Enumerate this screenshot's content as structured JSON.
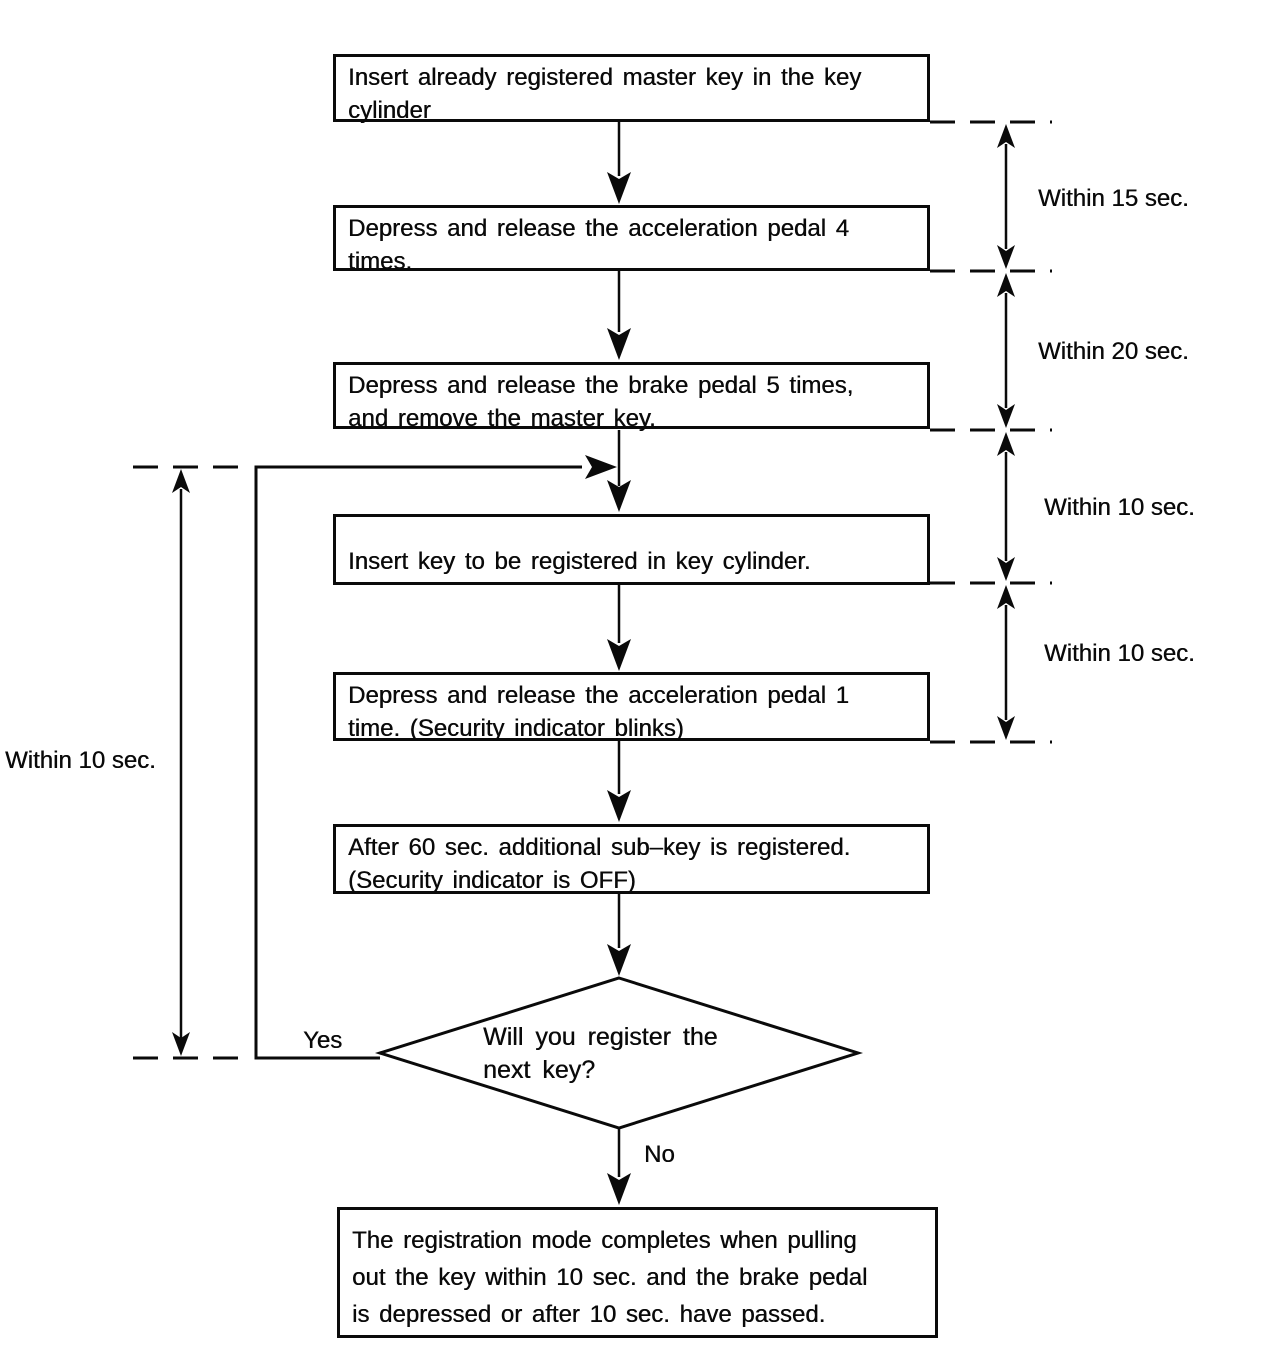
{
  "flowchart": {
    "steps": [
      {
        "lines": [
          "Insert already registered master key in the key",
          "cylinder"
        ]
      },
      {
        "lines": [
          "Depress and release the acceleration pedal 4",
          "times."
        ]
      },
      {
        "lines": [
          "Depress and release the brake pedal 5 times,",
          "and remove the master key."
        ]
      },
      {
        "lines": [
          "Insert key to be registered in key cylinder."
        ]
      },
      {
        "lines": [
          "Depress and release the acceleration pedal 1",
          "time. (Security indicator blinks)"
        ]
      },
      {
        "lines": [
          "After 60 sec. additional sub–key is registered.",
          "(Security indicator is OFF)"
        ]
      }
    ],
    "decision": {
      "lines": [
        "Will you register the",
        "next key?"
      ],
      "yes_label": "Yes",
      "no_label": "No"
    },
    "final_step": {
      "lines": [
        "The registration mode completes when pulling",
        "out the key within 10 sec. and the brake pedal",
        "is depressed or after 10 sec. have passed."
      ]
    },
    "timing_labels": {
      "right": [
        "Within 15 sec.",
        "Within 20 sec.",
        "Within 10 sec.",
        "Within 10 sec."
      ],
      "left": "Within 10 sec."
    },
    "colors": {
      "ink": "#0a0a0a",
      "background": "#ffffff"
    }
  }
}
